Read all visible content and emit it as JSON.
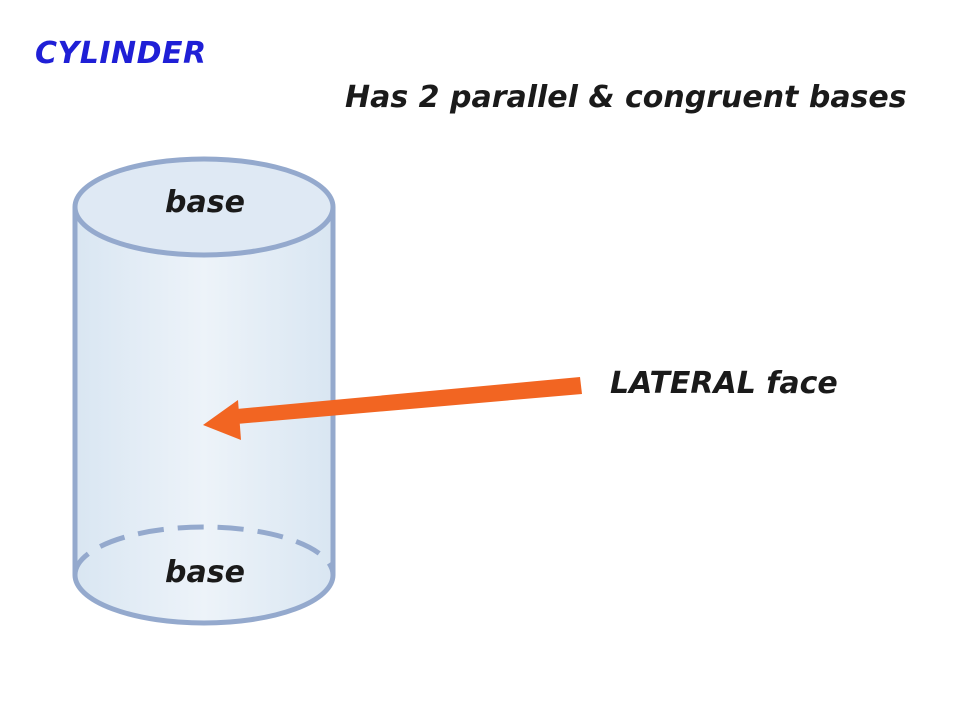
{
  "title": "CYLINDER",
  "property": "Has 2 parallel & congruent bases",
  "labels": {
    "top_base": "base",
    "bottom_base": "base",
    "lateral": "LATERAL face"
  },
  "colors": {
    "title": "#1f1fd6",
    "cylinder_fill": "#e3edf6",
    "cylinder_stroke": "#94a9cd",
    "arrow": "#f26522"
  }
}
